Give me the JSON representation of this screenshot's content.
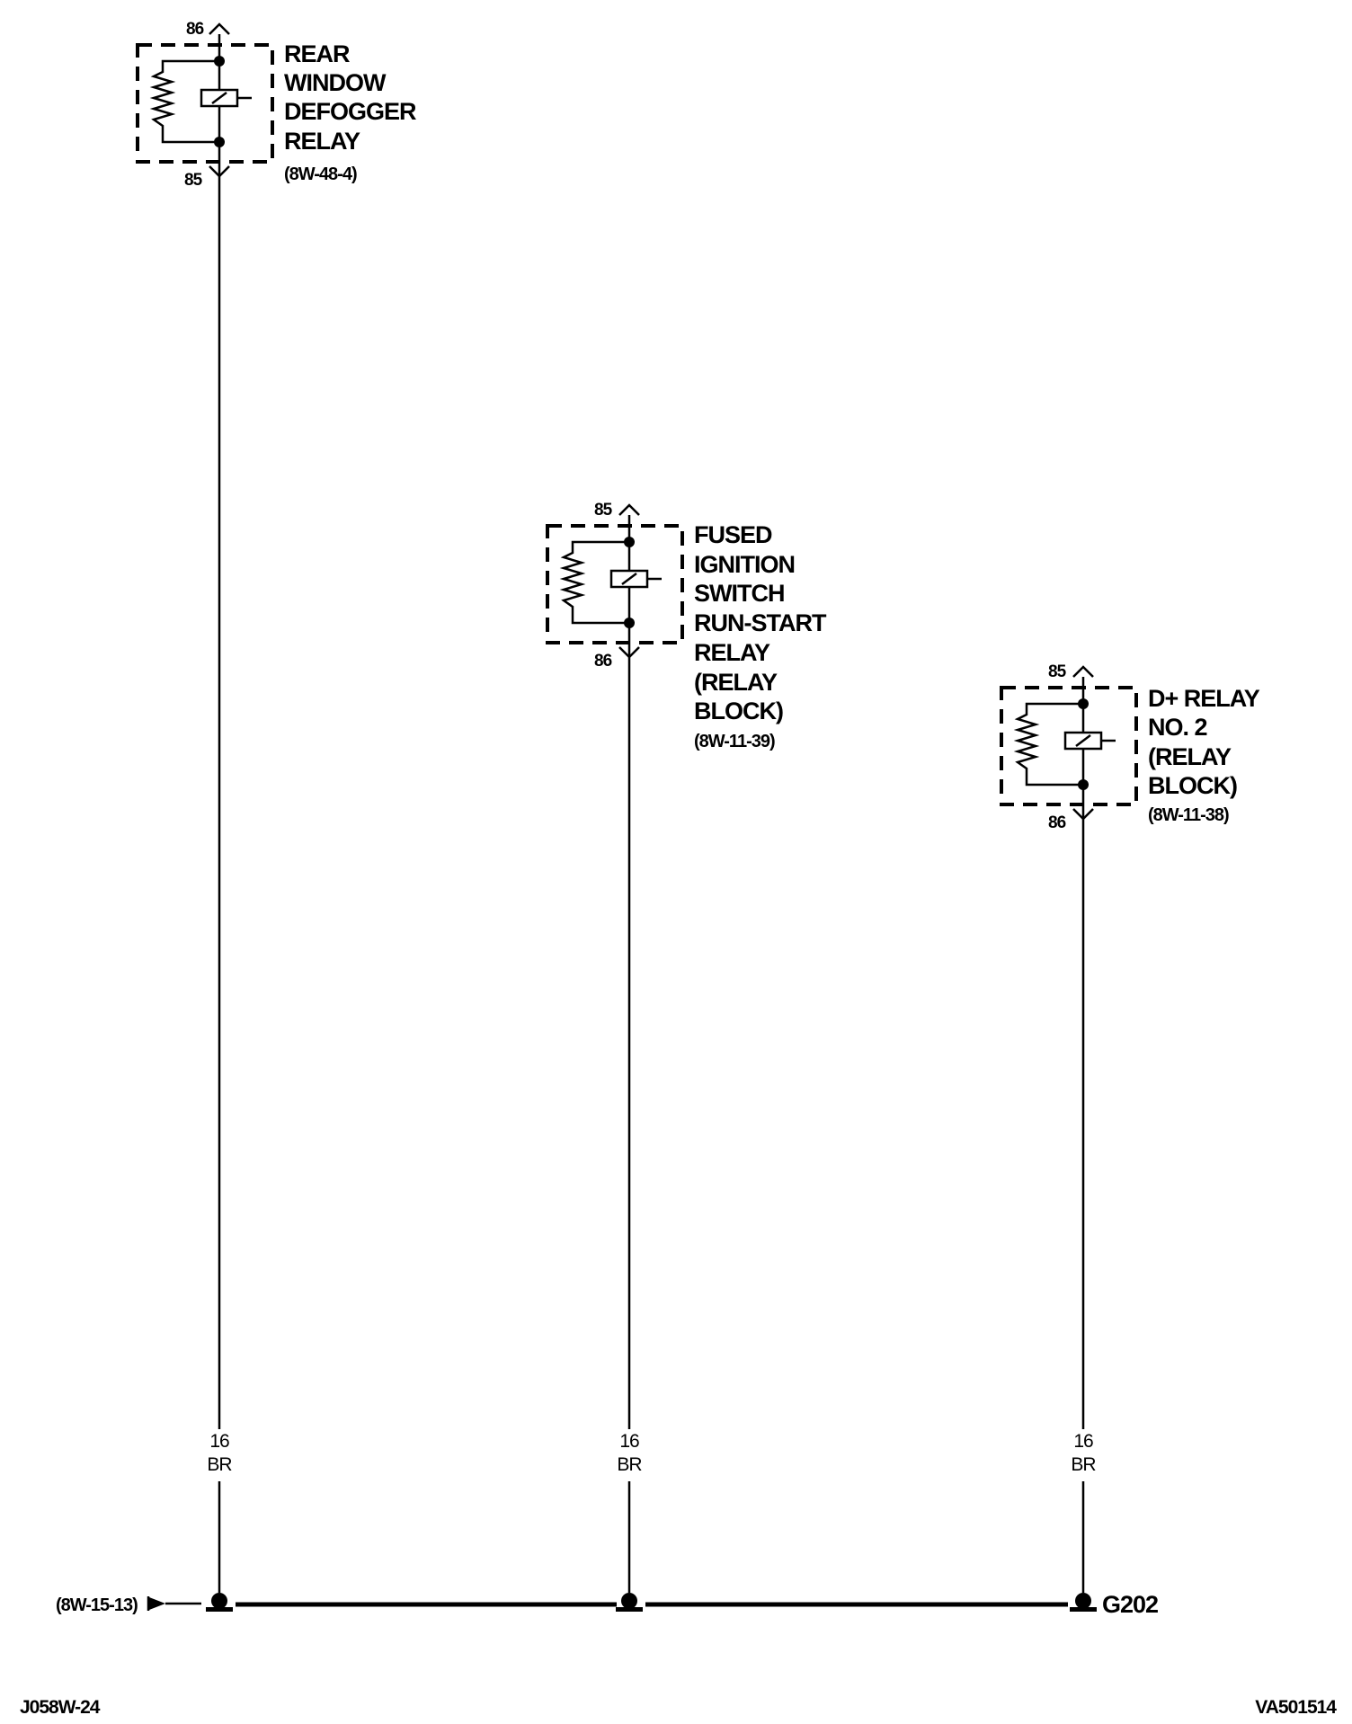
{
  "relays": [
    {
      "id": "rear-window-defogger-relay",
      "name_lines": [
        "REAR",
        "WINDOW",
        "DEFOGGER",
        "RELAY"
      ],
      "ref": "(8W-48-4)",
      "pin_top": "86",
      "pin_bottom": "85"
    },
    {
      "id": "fused-ignition-switch-run-start-relay",
      "name_lines": [
        "FUSED",
        "IGNITION",
        "SWITCH",
        "RUN-START",
        "RELAY",
        "(RELAY",
        "BLOCK)"
      ],
      "ref": "(8W-11-39)",
      "pin_top": "85",
      "pin_bottom": "86"
    },
    {
      "id": "d-plus-relay-no-2",
      "name_lines": [
        "D+ RELAY",
        "NO. 2",
        "(RELAY",
        "BLOCK)"
      ],
      "ref": "(8W-11-38)",
      "pin_top": "85",
      "pin_bottom": "86"
    }
  ],
  "wires": [
    {
      "gauge": "16",
      "color": "BR"
    },
    {
      "gauge": "16",
      "color": "BR"
    },
    {
      "gauge": "16",
      "color": "BR"
    }
  ],
  "ground": {
    "label": "G202",
    "from_ref": "(8W-15-13)"
  },
  "footer": {
    "left_code": "J058W-24",
    "right_code": "VA501514"
  },
  "icons": [
    "relay-coil-icon",
    "resistor-icon",
    "splice-icon",
    "ground-icon",
    "arrow-right-icon",
    "connector-chevron-icon"
  ]
}
